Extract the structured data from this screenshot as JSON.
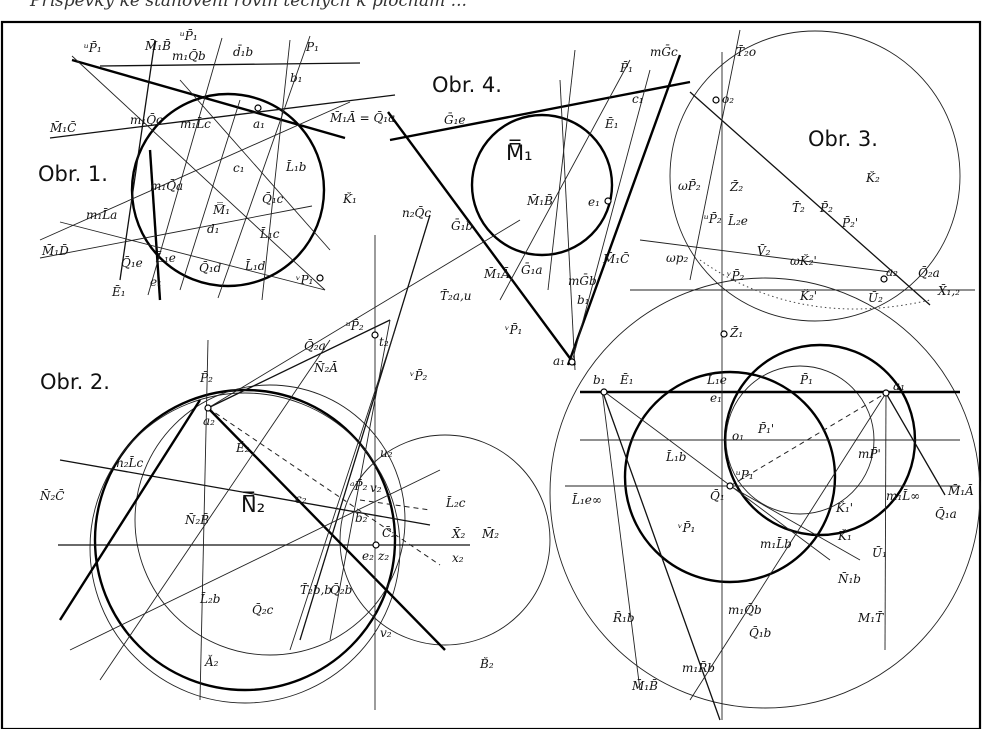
{
  "header": "Příspěvky ke stanovení rovin tečných k plochám ...",
  "figures": {
    "fig1": {
      "title": "Obr. 1.",
      "labels": [
        "ᵘP̄₁",
        "M̄₁B̄",
        "ᵘP̄₁",
        "m₁Q̄b",
        "d̄₁b",
        "P₁",
        "b₁",
        "M̄₁C̄",
        "m₁Q̄c",
        "m₁L̄c",
        "a₁",
        "M̄₁Ā = Q̄₁a",
        "c₁",
        "L̄₁b",
        "m₁Q̄a",
        "M̿₁",
        "Q̄₁c",
        "K̆₁",
        "m₁L̄a",
        "d₁",
        "L̄₁c",
        "M̄₁D̄",
        "Q̄₁e",
        "L̄₁e",
        "Q̄₁d",
        "L̄₁d",
        "ᵛP₁",
        "e₁",
        "Ē₁"
      ]
    },
    "fig4": {
      "title": "Obr. 4.",
      "labels": [
        "P̄₁",
        "mḠc",
        "Ḡ₁e",
        "c₁",
        "M̿₁",
        "Ē₁",
        "M̄₁B̄",
        "e₁",
        "Ḡ₁b",
        "M̄₁C̄",
        "M̄₁Ā",
        "Ḡ₁a",
        "mḠb",
        "b₁",
        "ᵛP̄₁",
        "a₁"
      ]
    },
    "fig3": {
      "title": "Obr. 3.",
      "labels": [
        "T̄₂o",
        "o₂",
        "K̆₂",
        "ωP̄₂",
        "Z̄₂",
        "T̄₂",
        "P̄₂",
        "P̄₂'",
        "ᵘP̄₂",
        "L̄₂e",
        "V̄₂",
        "ωp₂",
        "ωK̆₂'",
        "a₂",
        "Q̄₂a",
        "ᵛP̄₂",
        "K̆₂'",
        "Ū₂",
        "X̄₁,₂",
        "Z̄₁",
        "b₁",
        "Ē₁",
        "L̄₁e",
        "P̄₁",
        "a₁",
        "e₁",
        "o₁",
        "P̄₁'",
        "L̄₁b",
        "mP̄'",
        "L̄₁e∞",
        "ᵘP₁",
        "Q̄₁",
        "m₁L̄∞",
        "M̄₁Ā",
        "Q̄₁a",
        "K̆₁'",
        "ᵛP̄₁",
        "K̆₁",
        "m₁L̄b",
        "Ū₁",
        "N̄₁b",
        "m₁Q̄b",
        "R̄₁b",
        "Q̄₁b",
        "M₁T̄",
        "m₁R̄b",
        "M̄₁B̄"
      ]
    },
    "fig2": {
      "title": "Obr. 2.",
      "labels": [
        "n₂Q̄c",
        "T̄₂a,u",
        "ᵘP̄₂",
        "t₂",
        "Q̄₂a",
        "N̄₂Ā",
        "P̄₂",
        "ᵛP̄₂",
        "a₂",
        "Ē₂",
        "u₂",
        "n₂L̄c",
        "ᵃP̄₂",
        "v₂",
        "N̄₂C̄",
        "N̄₂B̄",
        "N̿₂",
        "c₂",
        "b₂",
        "L̄₂c",
        "C̄₂",
        "X̄₂",
        "M̄₂",
        "e₂",
        "z₂",
        "x₂",
        "L̄₂b",
        "Q̄₂c",
        "T̄₂b,b",
        "Q̄₂b",
        "v₂",
        "Ă₂",
        "B̆₂"
      ]
    }
  }
}
